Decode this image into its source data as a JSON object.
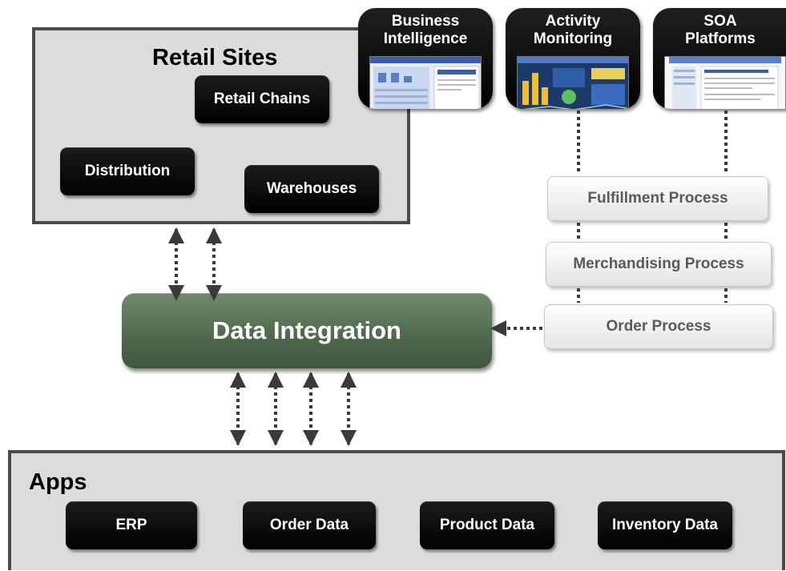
{
  "retail_sites": {
    "title": "Retail Sites",
    "items": [
      "Retail Chains",
      "Distribution",
      "Warehouses"
    ]
  },
  "tools": [
    {
      "line1": "Business",
      "line2": "Intelligence"
    },
    {
      "line1": "Activity",
      "line2": "Monitoring"
    },
    {
      "line1": "SOA",
      "line2": "Platforms"
    }
  ],
  "processes": [
    "Fulfillment Process",
    "Merchandising Process",
    "Order Process"
  ],
  "integration": {
    "label": "Data Integration"
  },
  "apps": {
    "title": "Apps",
    "items": [
      "ERP",
      "Order Data",
      "Product Data",
      "Inventory Data"
    ]
  },
  "colors": {
    "frame": "#dcdcdc",
    "integration": "#4e684c",
    "connector": "#3a3a3a"
  }
}
